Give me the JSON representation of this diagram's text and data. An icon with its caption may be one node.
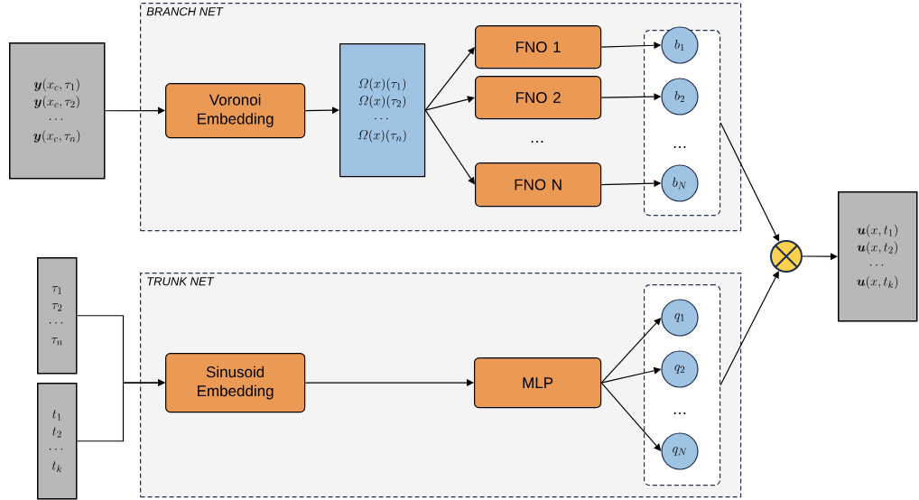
{
  "diagram": {
    "nodes": [
      {
        "text": [
          "BRANCH NET"
        ]
      },
      {
        "text": [
          "\\boldsymbol{y}(x_c,\\tau_1)",
          "\\boldsymbol{y}(x_c,\\tau_2)",
          "\\cdots",
          "\\boldsymbol{y}(x_c,\\tau_n)"
        ]
      },
      {
        "text": [
          "Voronoi Embedding"
        ],
        "in": 0
      },
      {
        "text": [
          "\\varOmega(x)(\\tau_1)",
          "\\varOmega(x)(\\tau_2)",
          "\\cdots",
          "\\varOmega(x)(\\tau_n)"
        ],
        "in": 0
      },
      {
        "text": [
          "FNO 1"
        ],
        "in": 0
      },
      {
        "text": [
          "FNO 2"
        ],
        "in": 0
      },
      {
        "text": [
          "FNO N"
        ],
        "in": 0
      },
      {
        "text": [],
        "shape": "box",
        "in": 0
      },
      {
        "text": [
          "b_1"
        ],
        "in": 7
      },
      {
        "text": [
          "b_2"
        ],
        "in": 7
      },
      {
        "text": [
          "b_N"
        ],
        "in": 7
      },
      {
        "text": [
          "TRUNK NET"
        ]
      },
      {
        "text": [
          "\\tau_1",
          "\\tau_2",
          "\\cdots",
          "\\tau_n"
        ]
      },
      {
        "text": [
          "t_1",
          "t_2",
          "\\cdots",
          "t_k"
        ]
      },
      {
        "text": [
          "Sinusoid Embedding"
        ],
        "in": 11
      },
      {
        "text": [
          "MLP"
        ],
        "in": 11
      },
      {
        "text": [],
        "shape": "box",
        "in": 11
      },
      {
        "text": [
          "q_1"
        ],
        "in": 16
      },
      {
        "text": [
          "q_2"
        ],
        "in": 16
      },
      {
        "text": [
          "q_N"
        ],
        "in": 16
      },
      {
        "text": [],
        "shape": "circle"
      },
      {
        "text": [
          "\\boldsymbol{u}(x,t_1)",
          "\\boldsymbol{u}(x,t_2)",
          "\\cdots",
          "\\boldsymbol{u}(x,t_k)"
        ]
      }
    ],
    "edges": [
      {
        "from": 1,
        "to": 2,
        "arrow": "to"
      },
      {
        "from": 2,
        "to": 3,
        "arrow": "to"
      },
      {
        "from": 3,
        "to": 4,
        "arrow": "to"
      },
      {
        "from": 3,
        "to": 5,
        "arrow": "to"
      },
      {
        "from": 3,
        "to": 6,
        "arrow": "to"
      },
      {
        "from": 4,
        "to": 8,
        "arrow": "to"
      },
      {
        "from": 5,
        "to": 9,
        "arrow": "to"
      },
      {
        "from": 6,
        "to": 10,
        "arrow": "to"
      },
      {
        "from": 12,
        "to": 14,
        "arrow": "to"
      },
      {
        "from": 13,
        "to": 14,
        "arrow": "to"
      },
      {
        "from": 14,
        "to": 15,
        "arrow": "to"
      },
      {
        "from": 15,
        "to": 17,
        "arrow": "to"
      },
      {
        "from": 15,
        "to": 18,
        "arrow": "to"
      },
      {
        "from": 15,
        "to": 19,
        "arrow": "to"
      },
      {
        "from": 7,
        "to": 20,
        "arrow": "to"
      },
      {
        "from": 16,
        "to": 20,
        "arrow": "to"
      },
      {
        "from": 20,
        "to": 21,
        "arrow": "to"
      }
    ],
    "labels": [
      "…",
      "…",
      "…"
    ]
  }
}
